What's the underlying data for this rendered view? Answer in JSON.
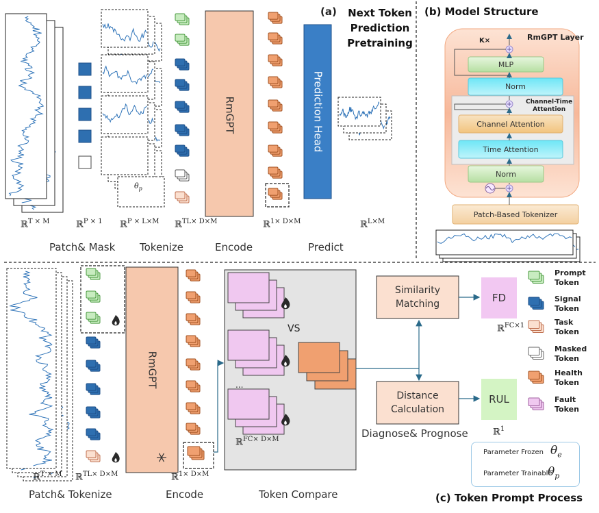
{
  "panel_a": {
    "label": "(a)",
    "title_lines": [
      "Next Token",
      "Prediction",
      "Pretraining"
    ],
    "rmgpt": "RmGPT",
    "prediction_head": "Prediction Head",
    "theta_p": "θ",
    "theta_p_sub": "p",
    "math": {
      "series": "ℝ",
      "series_sup": "T × M",
      "patch": "ℝ",
      "patch_sup": "P × 1",
      "tokenize": "ℝ",
      "tokenize_sup": "P × L×M",
      "tl": "ℝ",
      "tl_sup": "TL× D×M",
      "encode": "ℝ",
      "encode_sup": "1× D×M",
      "predict": "ℝ",
      "predict_sup": "L×M"
    },
    "captions": [
      "Patch& Mask",
      "Tokenize",
      "Encode",
      "Predict"
    ]
  },
  "panel_b": {
    "title": "(b) Model Structure",
    "layer_title": "RmGPT Layer",
    "repeat": "K×",
    "mlp": "MLP",
    "norm_top": "Norm",
    "channel_time_attention_lines": [
      "Channel-Time",
      "Attention"
    ],
    "channel_attention": "Channel Attention",
    "time_attention": "Time Attention",
    "norm_bottom": "Norm",
    "tokenizer": "Patch-Based Tokenizer"
  },
  "panel_c": {
    "title": "(c) Token Prompt Process",
    "rmgpt": "RmGPT",
    "vs": "VS",
    "ellipsis": "...",
    "similarity_lines": [
      "Similarity",
      "Matching"
    ],
    "distance_lines": [
      "Distance",
      "Calculation"
    ],
    "fd": "FD",
    "rul": "RUL",
    "math": {
      "series": "ℝ",
      "series_sup": "T × M",
      "tl": "ℝ",
      "tl_sup": "TL× D×M",
      "encode": "ℝ",
      "encode_sup": "1× D×M",
      "fc": "ℝ",
      "fc_sup": "FC× D×M",
      "fd": "ℝ",
      "fd_sup": "FC×1",
      "rul": "ℝ",
      "rul_sup": "1"
    },
    "captions": [
      "Patch& Tokenize",
      "Encode",
      "Token Compare",
      "Diagnose& Prognose"
    ],
    "param_frozen": "Parameter Frozen",
    "param_trainable": "Parameter Trainable",
    "theta_e": "θ",
    "theta_e_sub": "e",
    "theta_p": "θ",
    "theta_p_sub": "p"
  },
  "legend": [
    {
      "lines": [
        "Prompt",
        "Token"
      ],
      "fill": "#c8ecc0",
      "stroke": "#4a9a40"
    },
    {
      "lines": [
        "Signal",
        "Token"
      ],
      "fill": "#2e6fb0",
      "stroke": "#1e4f88"
    },
    {
      "lines": [
        "Task",
        "Token"
      ],
      "fill": "#fbe0d0",
      "stroke": "#c07050"
    },
    {
      "lines": [
        "Masked",
        "Token"
      ],
      "fill": "#ffffff",
      "stroke": "#666666"
    },
    {
      "lines": [
        "Health",
        "Token"
      ],
      "fill": "#f0a070",
      "stroke": "#a05020"
    },
    {
      "lines": [
        "Fault",
        "Token"
      ],
      "fill": "#f0c8f0",
      "stroke": "#a060a0"
    }
  ],
  "colors": {
    "signal": "#2e73b8",
    "rmgpt_fill": "#f6c8ad",
    "prediction_head": "#3a7fc6",
    "health": "#f0a070",
    "fault": "#f0c8f0",
    "fd_box": "#f2c8f2",
    "rul_box": "#d4f4c4"
  }
}
